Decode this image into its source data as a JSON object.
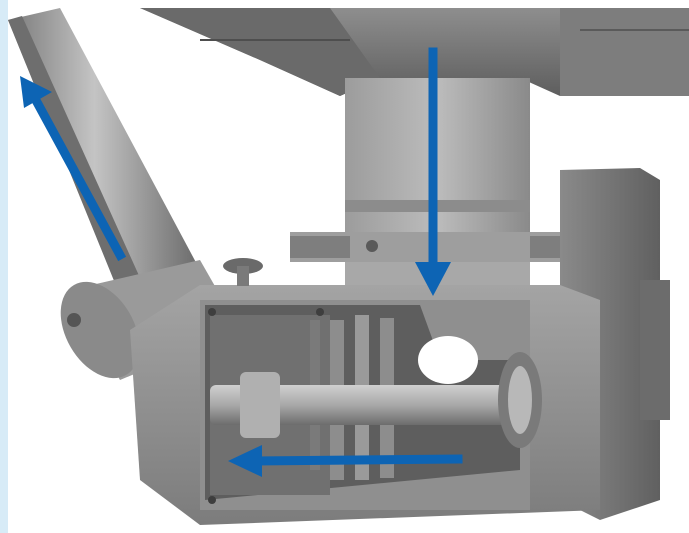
{
  "figure": {
    "subject": "cutaway-mixing-pump-assembly",
    "colors": {
      "background": "#ffffff",
      "side_strip": "#d7ebf7",
      "metal_light": "#b9b9b9",
      "metal_mid": "#9a9a9a",
      "metal_dark": "#6f6f6f",
      "metal_shadow": "#4c4c4c",
      "arrow": "#0d64b4"
    },
    "flow_arrows": [
      {
        "name": "inlet-down-arrow",
        "direction": "down"
      },
      {
        "name": "outlet-up-left-arrow",
        "direction": "up-left"
      },
      {
        "name": "internal-left-arrow",
        "direction": "left"
      }
    ]
  }
}
